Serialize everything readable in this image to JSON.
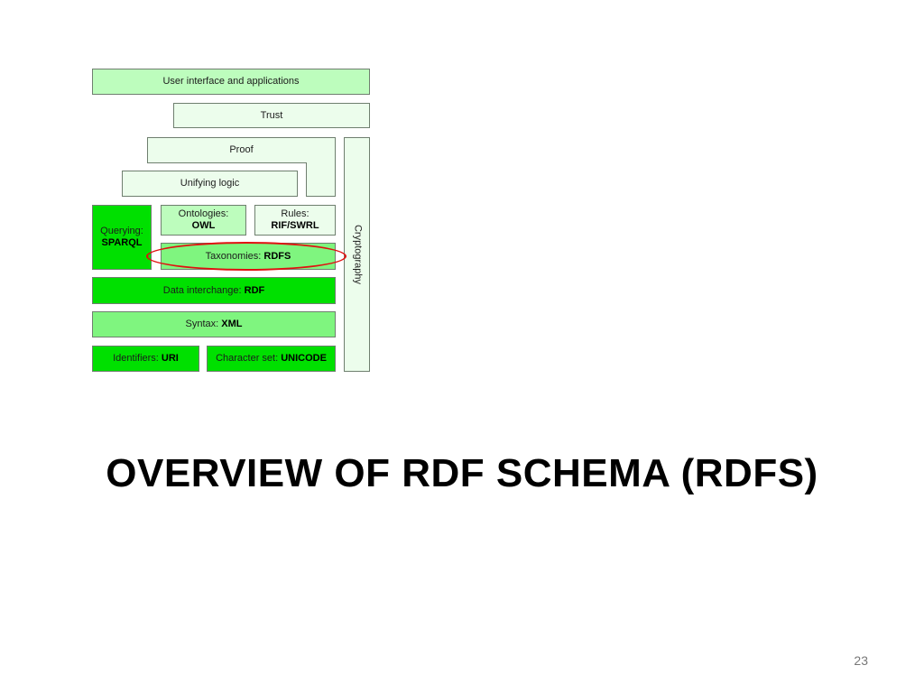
{
  "diagram": {
    "layers": {
      "ui_apps": "User interface and applications",
      "trust": "Trust",
      "proof": "Proof",
      "unifying_logic": "Unifying logic",
      "querying_prefix": "Querying:",
      "querying_bold": "SPARQL",
      "ontologies_prefix": "Ontologies:",
      "ontologies_bold": "OWL",
      "rules_prefix": "Rules:",
      "rules_bold": "RIF/SWRL",
      "taxonomies_prefix": "Taxonomies: ",
      "taxonomies_bold": "RDFS",
      "data_interchange_prefix": "Data interchange: ",
      "data_interchange_bold": "RDF",
      "syntax_prefix": "Syntax: ",
      "syntax_bold": "XML",
      "identifiers_prefix": "Identifiers: ",
      "identifiers_bold": "URI",
      "charset_prefix": "Character set: ",
      "charset_bold": "UNICODE",
      "cryptography": "Cryptography"
    },
    "highlighted_layer": "Taxonomies: RDFS",
    "highlight_color": "#e01010"
  },
  "slide": {
    "title": "OVERVIEW OF RDF SCHEMA (RDFS)",
    "page_number": "23"
  }
}
